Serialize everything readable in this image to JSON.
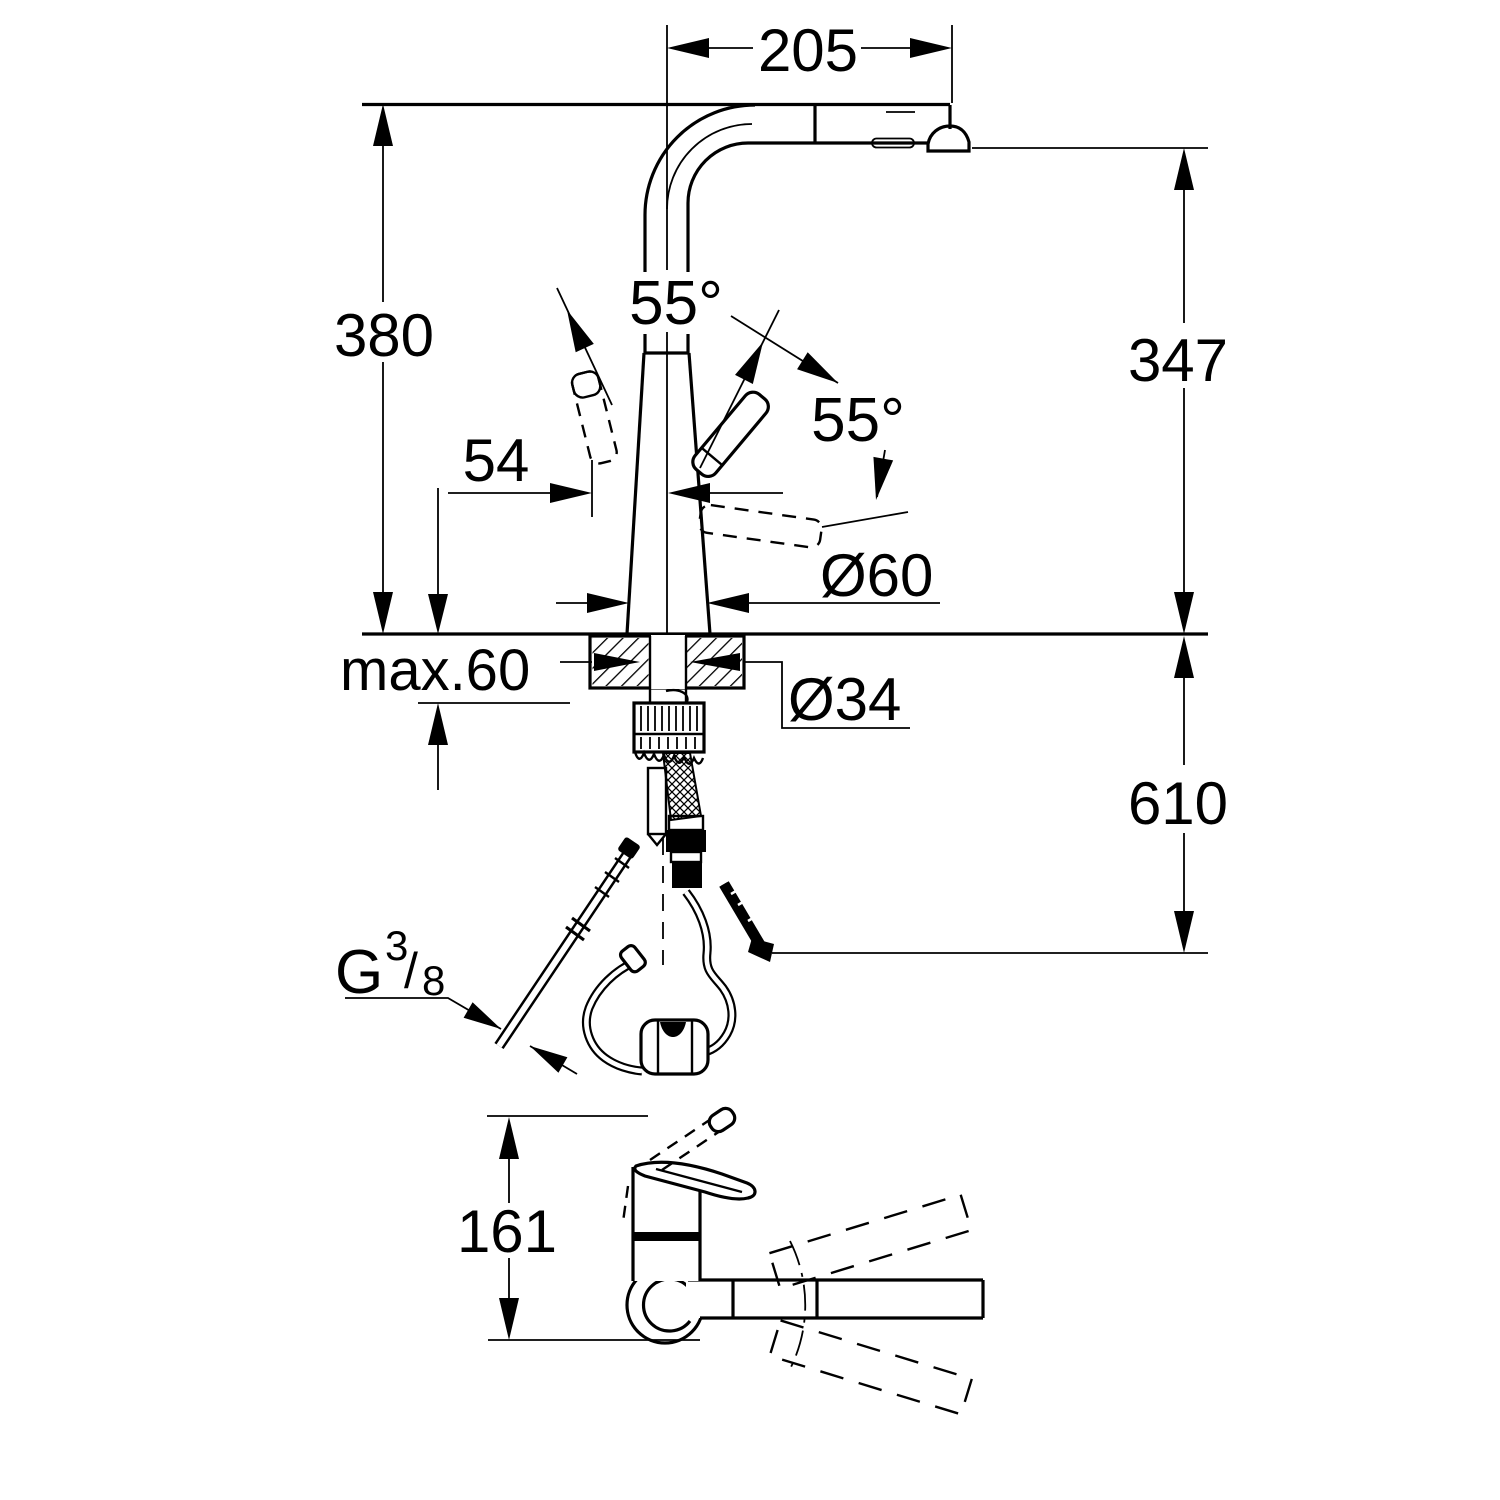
{
  "drawing": {
    "background": "#ffffff",
    "line_color": "#000000",
    "labels": {
      "spout_reach": "205",
      "height_overall": "380",
      "height_outlet": "347",
      "angle_left": "55°",
      "angle_right": "55°",
      "handle_offset": "54",
      "body_base_diameter": "Ø60",
      "mounting_hole_diameter": "Ø34",
      "max_counter_thickness": "max.60",
      "under_counter_length": "610",
      "plan_depth": "161",
      "thread": {
        "g": "G",
        "numerator": "3",
        "slash": "/",
        "denominator": "8"
      }
    }
  }
}
